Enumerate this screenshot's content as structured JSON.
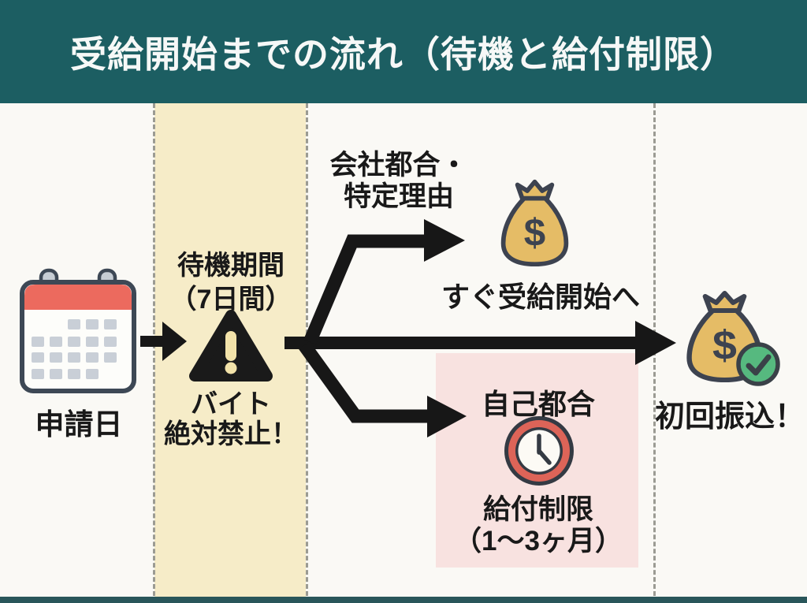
{
  "header": {
    "title": "受給開始までの流れ（待機と給付制限）"
  },
  "nodes": {
    "application": {
      "label": "申請日"
    },
    "waiting": {
      "title_line1": "待機期間",
      "title_line2": "（7日間）",
      "warning_line1": "バイト",
      "warning_line2": "絶対禁止！"
    },
    "company_branch": {
      "label_line1": "会社都合・",
      "label_line2": "特定理由",
      "result": "すぐ受給開始へ"
    },
    "self_branch": {
      "label": "自己都合",
      "restriction_line1": "給付制限",
      "restriction_line2": "（1〜3ヶ月）"
    },
    "first_payment": {
      "label": "初回振込！"
    }
  },
  "icons": {
    "money_bag_symbol": "$",
    "calendar_icon": "calendar",
    "warning_icon": "warning-triangle",
    "clock_icon": "clock",
    "check_icon": "check-circle"
  },
  "colors": {
    "header_bg": "#1c5e62",
    "band_yellow": "#f6ecc8",
    "box_pink": "#f8e2e0",
    "arrow_black": "#171717",
    "bag_gold": "#e5bc66",
    "clock_red": "#dd6458",
    "check_green": "#56b97f",
    "calendar_red": "#ec6a5e",
    "outline_slate": "#3d4350",
    "dash_gray": "#9b9b93"
  }
}
